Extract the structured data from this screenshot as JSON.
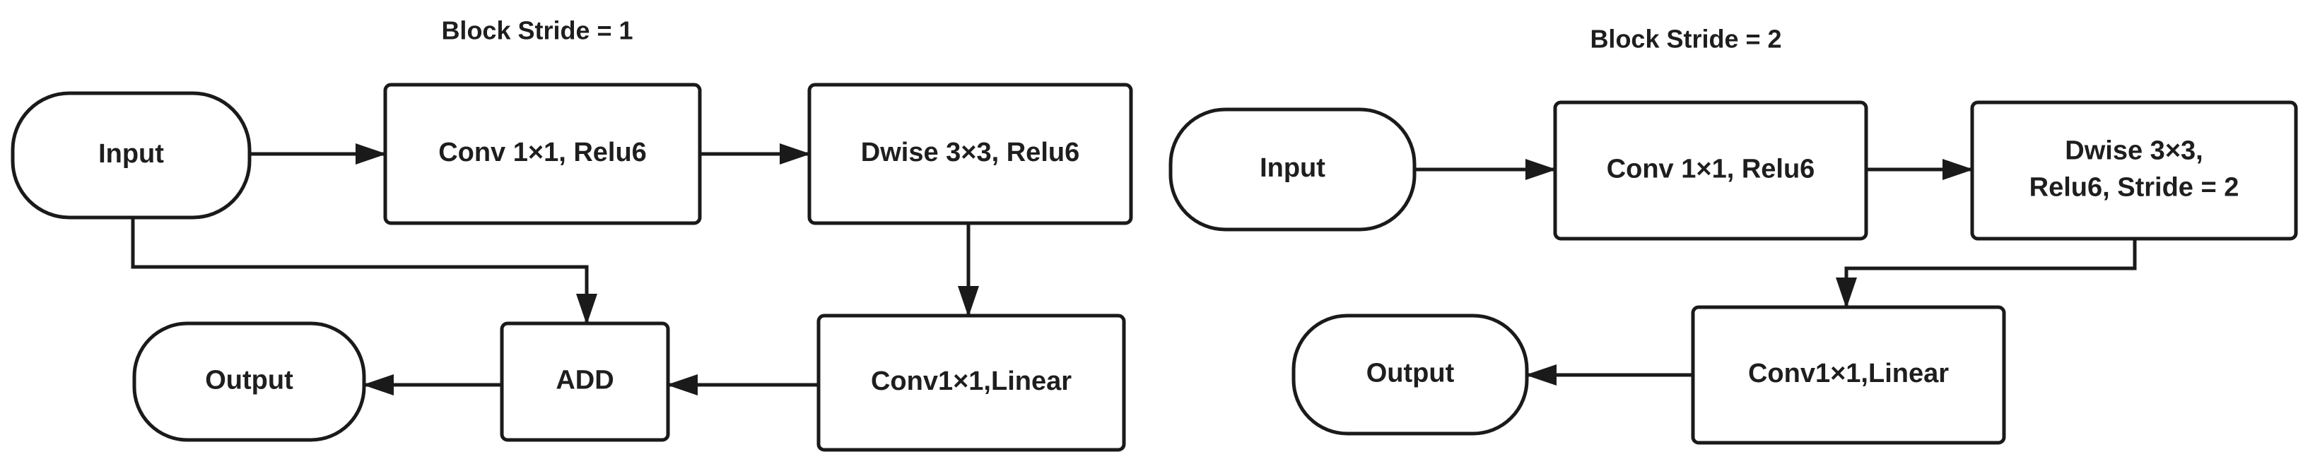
{
  "diagrams": [
    {
      "title": "Block Stride = 1",
      "nodes": [
        {
          "id": "input",
          "label": "Input",
          "shape": "terminal"
        },
        {
          "id": "conv1",
          "label": "Conv 1×1, Relu6",
          "shape": "process"
        },
        {
          "id": "dwise",
          "label": "Dwise 3×3, Relu6",
          "shape": "process"
        },
        {
          "id": "conv2",
          "label": "Conv1×1,Linear",
          "shape": "process"
        },
        {
          "id": "add",
          "label": "ADD",
          "shape": "process"
        },
        {
          "id": "output",
          "label": "Output",
          "shape": "terminal"
        }
      ],
      "edges": [
        {
          "from": "input",
          "to": "conv1"
        },
        {
          "from": "conv1",
          "to": "dwise"
        },
        {
          "from": "dwise",
          "to": "conv2"
        },
        {
          "from": "conv2",
          "to": "add"
        },
        {
          "from": "input",
          "to": "add"
        },
        {
          "from": "add",
          "to": "output"
        }
      ]
    },
    {
      "title": "Block Stride = 2",
      "nodes": [
        {
          "id": "input",
          "label": "Input",
          "shape": "terminal"
        },
        {
          "id": "conv1",
          "label": "Conv 1×1, Relu6",
          "shape": "process"
        },
        {
          "id": "dwise",
          "label": [
            "Dwise 3×3,",
            "Relu6, Stride = 2"
          ],
          "shape": "process"
        },
        {
          "id": "conv2",
          "label": "Conv1×1,Linear",
          "shape": "process"
        },
        {
          "id": "output",
          "label": "Output",
          "shape": "terminal"
        }
      ],
      "edges": [
        {
          "from": "input",
          "to": "conv1"
        },
        {
          "from": "conv1",
          "to": "dwise"
        },
        {
          "from": "dwise",
          "to": "conv2"
        },
        {
          "from": "conv2",
          "to": "output"
        }
      ]
    }
  ]
}
